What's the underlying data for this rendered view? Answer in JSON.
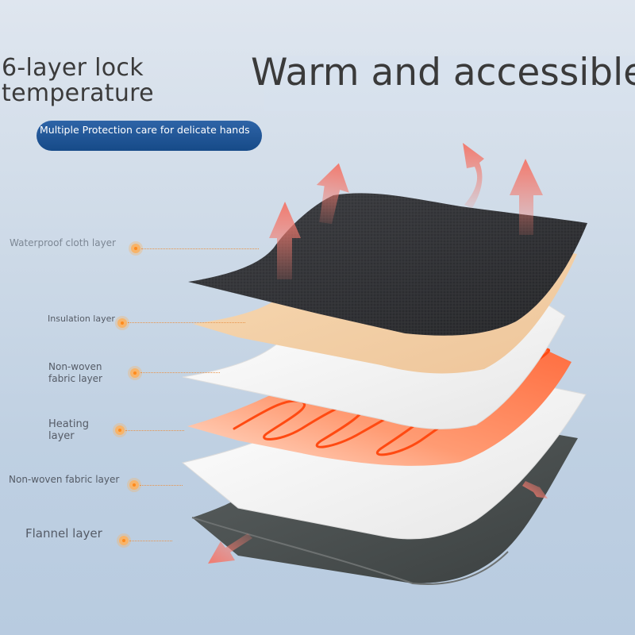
{
  "headline": {
    "left_line1": "6-layer lock",
    "left_line2": "temperature",
    "right": "Warm and accessible"
  },
  "badge": {
    "text": "Multiple Protection care for delicate hands",
    "color": "#1d548f"
  },
  "layers": [
    {
      "label": "Waterproof cloth layer"
    },
    {
      "label": "Insulation layer"
    },
    {
      "label_line1": "Non-woven",
      "label_line2": "fabric layer"
    },
    {
      "label_line1": "Heating",
      "label_line2": "layer"
    },
    {
      "label": "Non-woven fabric layer"
    },
    {
      "label": "Flannel layer"
    }
  ],
  "colors": {
    "waterproof": "#2c2d30",
    "insulation": "#f1cfa5",
    "nonwoven": "#f4f4f4",
    "heating": "#ff8a5c",
    "flannel": "#4d5353",
    "arrow": "#f27a6e",
    "marker": "#f7b46a"
  },
  "icons": {
    "heat_arrows": "arrow-up-icon",
    "cold_arrows": "arrow-down-left-icon"
  }
}
